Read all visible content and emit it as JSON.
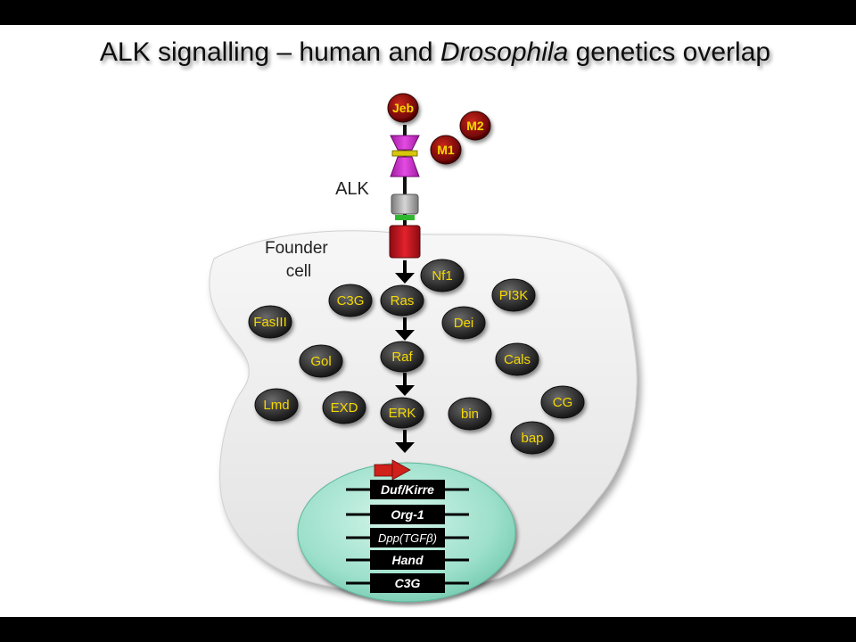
{
  "title": {
    "part1": "ALK signalling – human and ",
    "italic": "Drosophila",
    "part2": " genetics overlap"
  },
  "receptor": {
    "label": "ALK",
    "ligands": [
      "Jeb",
      "M2",
      "M1"
    ]
  },
  "cell": {
    "label_line1": "Founder",
    "label_line2": "cell"
  },
  "pathway": [
    "Ras",
    "Raf",
    "ERK"
  ],
  "proteins": [
    "Nf1",
    "C3G",
    "PI3K",
    "FasIII",
    "Dei",
    "Gol",
    "Cals",
    "Lmd",
    "EXD",
    "bin",
    "CG",
    "bap"
  ],
  "genes": [
    "Duf/Kirre",
    "Org-1",
    "Dpp(TGFβ)",
    "Hand",
    "C3G"
  ],
  "colors": {
    "background": "#ffffff",
    "frame": "#000000",
    "cell_fill": "#ececec",
    "nucleus_fill": "#a8e6d4",
    "protein_fill": "#3a3a3a",
    "protein_text": "#f5d800",
    "ligand_fill": "#8b0c0c",
    "receptor_magenta": "#cc2bcc",
    "receptor_red": "#c8121e",
    "arrow_red": "#d0201a"
  }
}
